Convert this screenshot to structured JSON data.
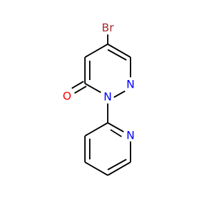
{
  "atoms": {
    "bromine": "Br",
    "oxygen": "O",
    "ring_nitrogen_1": "N",
    "ring_nitrogen_2": "N",
    "pyridine_nitrogen": "N"
  },
  "colors": {
    "bond": "#000000",
    "bromine": "#a52a2a",
    "oxygen": "#ff0000",
    "nitrogen": "#0000ff"
  }
}
